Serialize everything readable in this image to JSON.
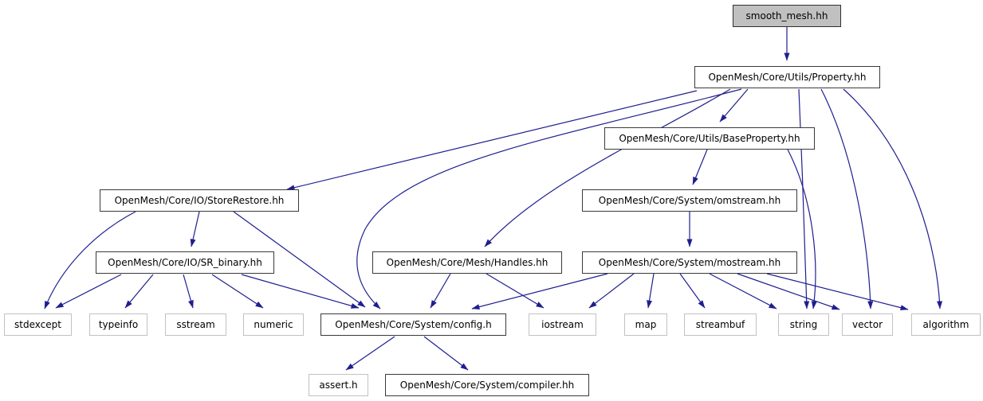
{
  "colors": {
    "edge": "#1f1f8f",
    "root_fill": "#c0c0c0",
    "internal_border": "#3a3a3a",
    "system_border": "#c2c2c2",
    "background": "#ffffff"
  },
  "diagram": {
    "type": "include-dependency-graph",
    "nodes": [
      {
        "id": "smooth_mesh",
        "label": "smooth_mesh.hh",
        "kind": "root"
      },
      {
        "id": "property",
        "label": "OpenMesh/Core/Utils/Property.hh",
        "kind": "internal"
      },
      {
        "id": "baseproperty",
        "label": "OpenMesh/Core/Utils/BaseProperty.hh",
        "kind": "internal"
      },
      {
        "id": "storerestore",
        "label": "OpenMesh/Core/IO/StoreRestore.hh",
        "kind": "internal"
      },
      {
        "id": "omstream",
        "label": "OpenMesh/Core/System/omstream.hh",
        "kind": "internal"
      },
      {
        "id": "srbinary",
        "label": "OpenMesh/Core/IO/SR_binary.hh",
        "kind": "internal"
      },
      {
        "id": "handles",
        "label": "OpenMesh/Core/Mesh/Handles.hh",
        "kind": "internal"
      },
      {
        "id": "mostream",
        "label": "OpenMesh/Core/System/mostream.hh",
        "kind": "internal"
      },
      {
        "id": "stdexcept",
        "label": "stdexcept",
        "kind": "system"
      },
      {
        "id": "typeinfo",
        "label": "typeinfo",
        "kind": "system"
      },
      {
        "id": "sstream",
        "label": "sstream",
        "kind": "system"
      },
      {
        "id": "numeric",
        "label": "numeric",
        "kind": "system"
      },
      {
        "id": "config",
        "label": "OpenMesh/Core/System/config.h",
        "kind": "internal"
      },
      {
        "id": "iostream",
        "label": "iostream",
        "kind": "system"
      },
      {
        "id": "map",
        "label": "map",
        "kind": "system"
      },
      {
        "id": "streambuf",
        "label": "streambuf",
        "kind": "system"
      },
      {
        "id": "string",
        "label": "string",
        "kind": "system"
      },
      {
        "id": "vector",
        "label": "vector",
        "kind": "system"
      },
      {
        "id": "algorithm",
        "label": "algorithm",
        "kind": "system"
      },
      {
        "id": "assert",
        "label": "assert.h",
        "kind": "system"
      },
      {
        "id": "compiler",
        "label": "OpenMesh/Core/System/compiler.hh",
        "kind": "internal"
      }
    ],
    "edges": [
      {
        "from": "smooth_mesh",
        "to": "property"
      },
      {
        "from": "property",
        "to": "baseproperty"
      },
      {
        "from": "property",
        "to": "storerestore"
      },
      {
        "from": "property",
        "to": "handles"
      },
      {
        "from": "property",
        "to": "config"
      },
      {
        "from": "property",
        "to": "string"
      },
      {
        "from": "property",
        "to": "vector"
      },
      {
        "from": "property",
        "to": "algorithm"
      },
      {
        "from": "baseproperty",
        "to": "omstream"
      },
      {
        "from": "baseproperty",
        "to": "string"
      },
      {
        "from": "omstream",
        "to": "mostream"
      },
      {
        "from": "storerestore",
        "to": "srbinary"
      },
      {
        "from": "storerestore",
        "to": "stdexcept"
      },
      {
        "from": "storerestore",
        "to": "config"
      },
      {
        "from": "srbinary",
        "to": "stdexcept"
      },
      {
        "from": "srbinary",
        "to": "typeinfo"
      },
      {
        "from": "srbinary",
        "to": "sstream"
      },
      {
        "from": "srbinary",
        "to": "numeric"
      },
      {
        "from": "srbinary",
        "to": "config"
      },
      {
        "from": "handles",
        "to": "config"
      },
      {
        "from": "handles",
        "to": "iostream"
      },
      {
        "from": "mostream",
        "to": "config"
      },
      {
        "from": "mostream",
        "to": "iostream"
      },
      {
        "from": "mostream",
        "to": "map"
      },
      {
        "from": "mostream",
        "to": "streambuf"
      },
      {
        "from": "mostream",
        "to": "string"
      },
      {
        "from": "mostream",
        "to": "vector"
      },
      {
        "from": "mostream",
        "to": "algorithm"
      },
      {
        "from": "config",
        "to": "assert"
      },
      {
        "from": "config",
        "to": "compiler"
      }
    ]
  }
}
